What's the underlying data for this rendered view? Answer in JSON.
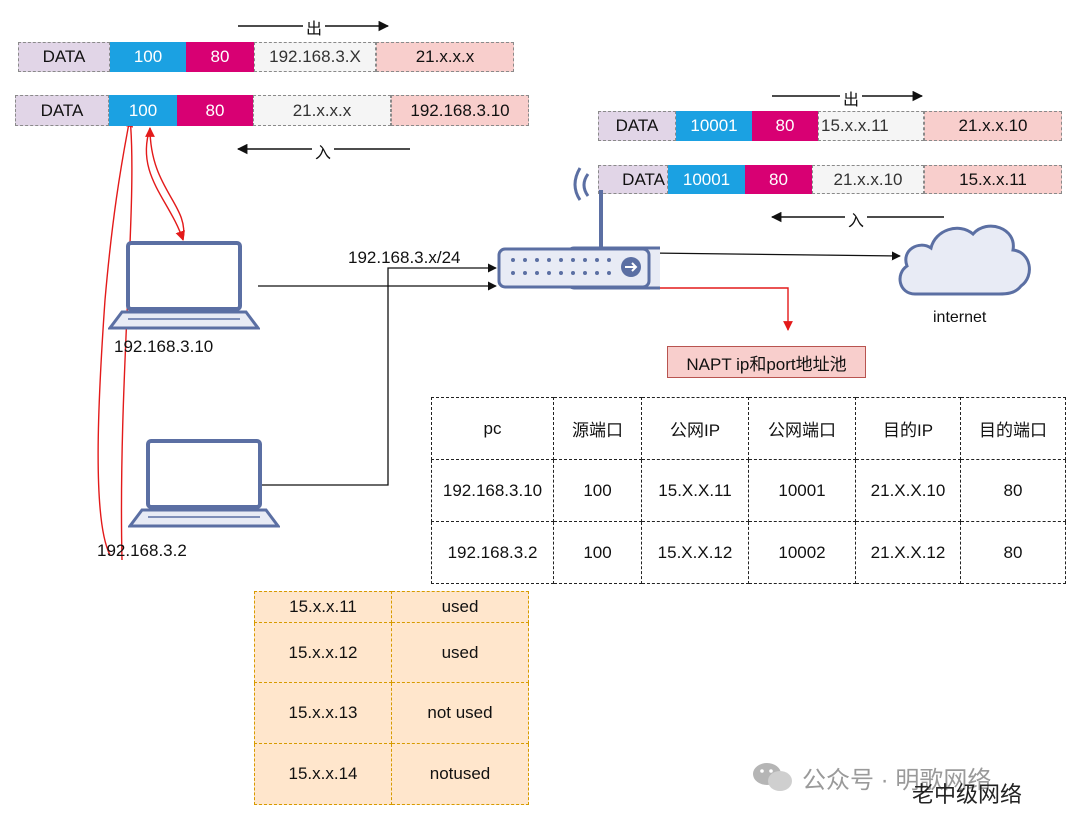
{
  "packets": {
    "left_out": [
      "DATA",
      "100",
      "80",
      "192.168.3.X",
      "21.x.x.x"
    ],
    "left_in": [
      "DATA",
      "100",
      "80",
      "21.x.x.x",
      "192.168.3.10"
    ],
    "right_out": [
      "DATA",
      "10001",
      "80",
      "15.x.x.11",
      "21.x.x.10"
    ],
    "right_in": [
      "DATA",
      "10001",
      "80",
      "21.x.x.10",
      "15.x.x.11"
    ]
  },
  "directions": {
    "out": "出",
    "in": "入"
  },
  "hosts": {
    "pc1": "192.168.3.10",
    "pc2": "192.168.3.2",
    "subnet": "192.168.3.x/24",
    "internet": "internet"
  },
  "napt": {
    "title": "NAPT ip和port地址池",
    "headers": [
      "pc",
      "源端口",
      "公网IP",
      "公网端口",
      "目的IP",
      "目的端口"
    ],
    "rows": [
      [
        "192.168.3.10",
        "100",
        "15.X.X.11",
        "10001",
        "21.X.X.10",
        "80"
      ],
      [
        "192.168.3.2",
        "100",
        "15.X.X.12",
        "10002",
        "21.X.X.12",
        "80"
      ]
    ]
  },
  "pool": [
    [
      "15.x.x.11",
      "used"
    ],
    [
      "15.x.x.12",
      "used"
    ],
    [
      "15.x.x.13",
      "not used"
    ],
    [
      "15.x.x.14",
      "notused"
    ]
  ],
  "watermark": {
    "line1": "公众号 · 明歌网络",
    "line2": "老中级网络"
  },
  "colors": {
    "data": "#e1d5e7",
    "src_port": "#1ba1e2",
    "dst_port": "#d80073",
    "ip_grey": "#f5f5f5",
    "ip_pink": "#f8cecc",
    "pool_fill": "#ffe6cc",
    "arrow_red": "#e31a1a",
    "device": "#5b6fa3"
  }
}
